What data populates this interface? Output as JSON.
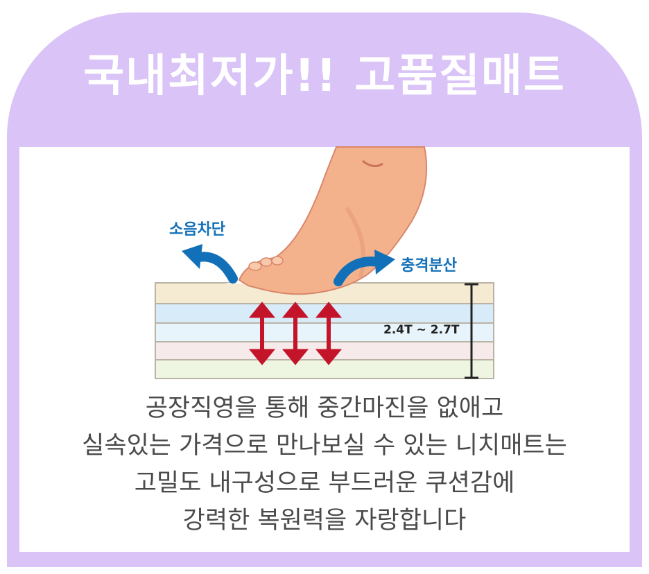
{
  "title": "국내최저가!! 고품질매트",
  "labels": {
    "noise": "소음차단",
    "impact": "충격분산",
    "thickness": "2.4T ~ 2.7T"
  },
  "description": [
    "공장직영을 통해 중간마진을 없애고",
    "실속있는 가격으로 만나보실 수 있는 니치매트는",
    "고밀도 내구성으로 부드러운 쿠션감에",
    "강력한 복원력을 자랑합니다"
  ],
  "colors": {
    "frame": "#d9c3f7",
    "arrow_blue": "#1270b8",
    "arrow_red": "#c4142a",
    "skin": "#f4b28c"
  },
  "icons": [
    "foot-illustration",
    "blue-curved-arrow",
    "red-double-arrow",
    "thickness-bracket"
  ]
}
